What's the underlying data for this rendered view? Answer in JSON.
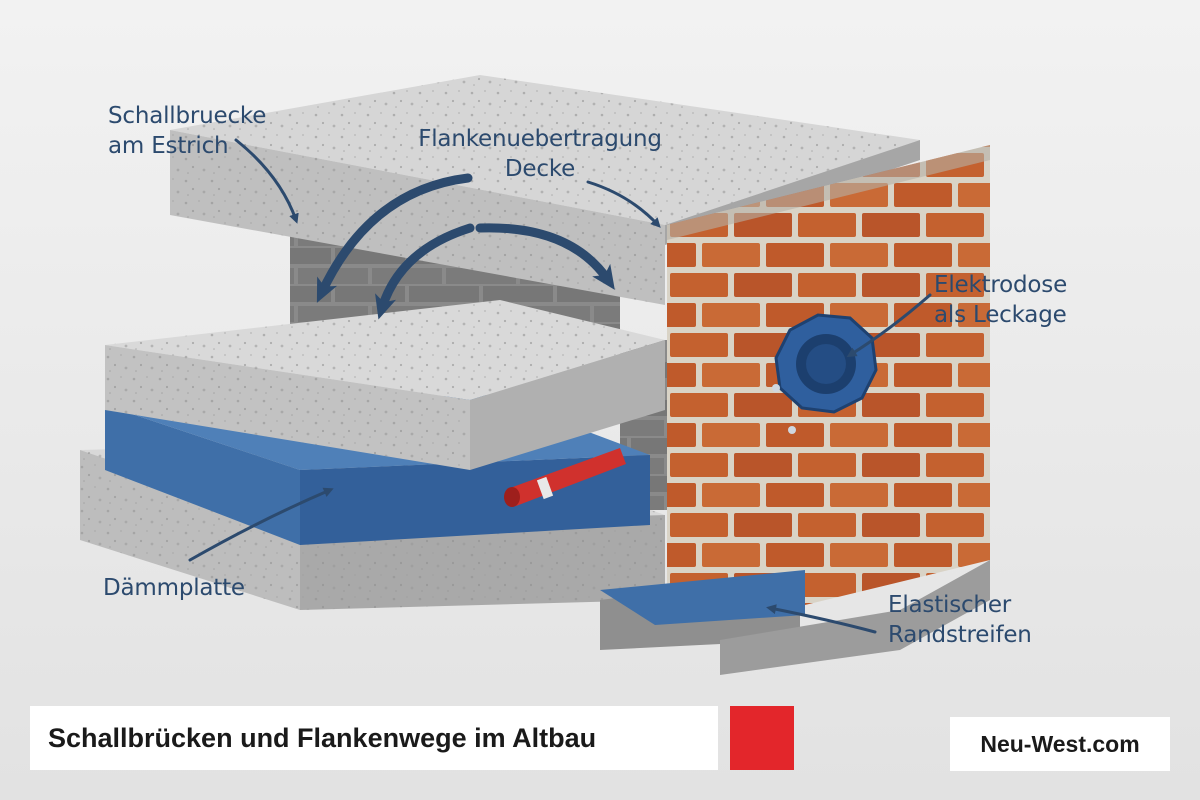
{
  "labels": {
    "schallbruecke": [
      "Schallbruecke",
      "am Estrich"
    ],
    "flanken": [
      "Flankenuebertragung",
      "Decke"
    ],
    "elektrodose": [
      "Elektrodose",
      "als Leckage"
    ],
    "daemmplatte": [
      "Dämmplatte"
    ],
    "randstreifen": [
      "Elastischer",
      "Randstreifen"
    ]
  },
  "footer": {
    "title": "Schallbrücken und Flankenwege im Altbau",
    "site": "Neu-West.com"
  },
  "colors": {
    "label_text": "#2c4a6e",
    "arrow": "#2c4a6e",
    "brand_red": "#e3262b",
    "brick": "#c4612f",
    "insulation_blue": "#3f6fa8",
    "concrete": "#bdbdbd",
    "pipe_red": "#d0312d"
  }
}
